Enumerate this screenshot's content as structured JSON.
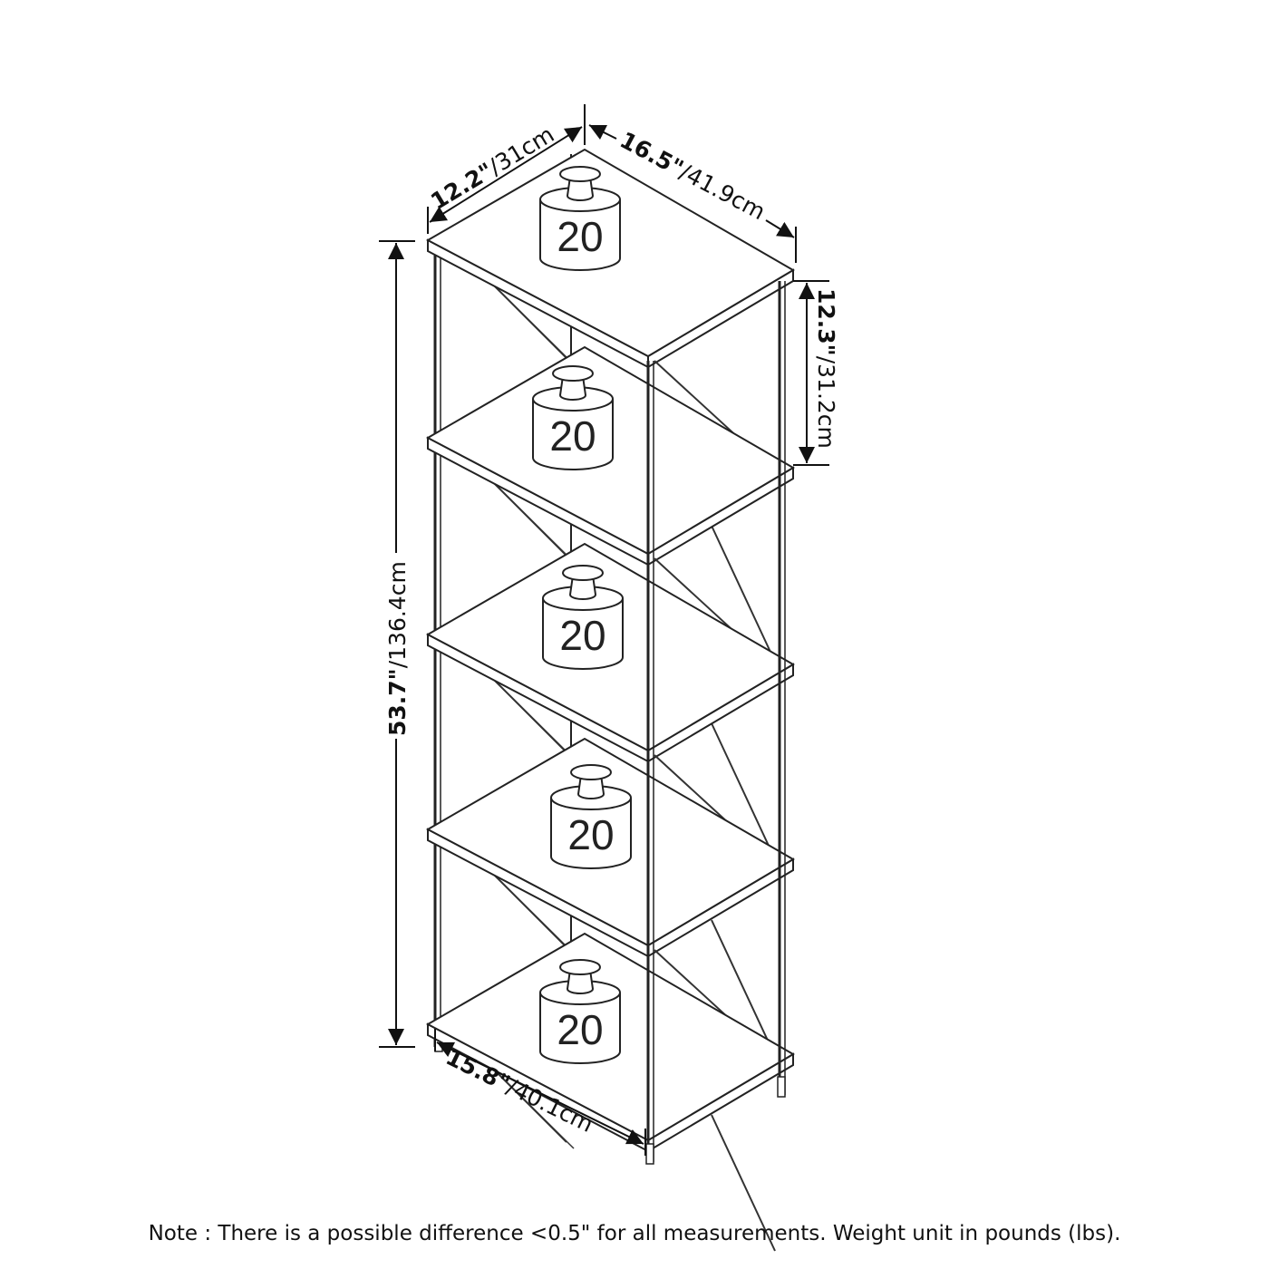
{
  "dimensions": {
    "depth": {
      "inch": "12.2\"",
      "cm": "/31cm"
    },
    "width": {
      "inch": "16.5\"",
      "cm": "/41.9cm"
    },
    "shelf_gap": {
      "inch": "12.3\"",
      "cm": "/31.2cm"
    },
    "height": {
      "inch": "53.7\"",
      "cm": "/136.4cm"
    },
    "bottom_width": {
      "inch": "15.8\"",
      "cm": "/40.1cm"
    }
  },
  "shelves": [
    {
      "weight_label": "20"
    },
    {
      "weight_label": "20"
    },
    {
      "weight_label": "20"
    },
    {
      "weight_label": "20"
    },
    {
      "weight_label": "20"
    }
  ],
  "note": "Note : There is a possible difference <0.5\" for all measurements. Weight unit in pounds (lbs).",
  "colors": {
    "line": "#222222",
    "background": "#ffffff"
  }
}
